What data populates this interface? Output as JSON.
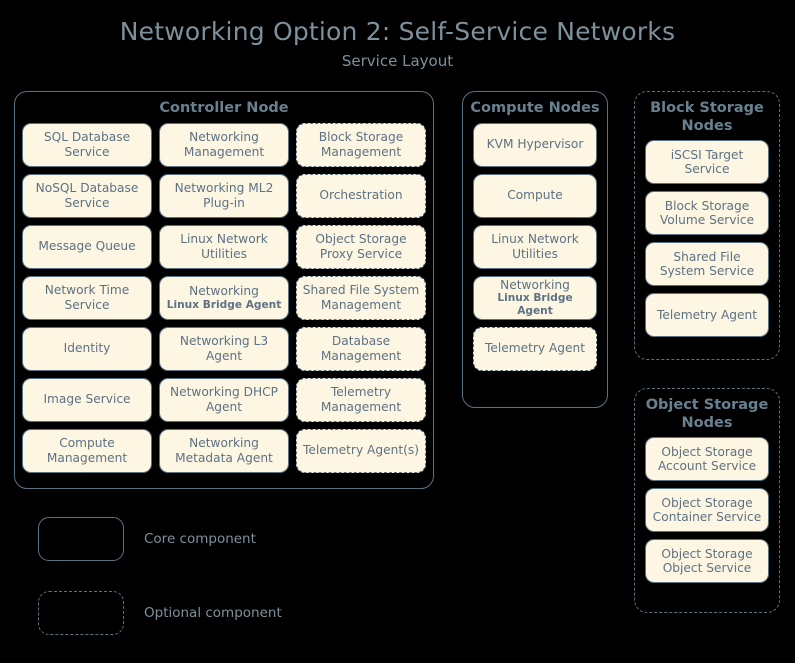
{
  "header": {
    "title": "Networking Option 2: Self-Service Networks",
    "subtitle": "Service Layout"
  },
  "colors": {
    "background": "#000000",
    "box_fill": "#fdf6e3",
    "box_border": "#5a7382",
    "box_text": "#5d7283",
    "title_text": "#7d919c",
    "group_title_text": "#68808f"
  },
  "groups": {
    "controller": {
      "title": "Controller Node",
      "style": "core",
      "columns": [
        {
          "items": [
            {
              "label": "SQL Database Service",
              "style": "core"
            },
            {
              "label": "NoSQL Database Service",
              "style": "core"
            },
            {
              "label": "Message Queue",
              "style": "core"
            },
            {
              "label": "Network Time Service",
              "style": "core"
            },
            {
              "label": "Identity",
              "style": "core"
            },
            {
              "label": "Image Service",
              "style": "core"
            },
            {
              "label": "Compute Management",
              "style": "core"
            }
          ]
        },
        {
          "items": [
            {
              "label": "Networking Management",
              "style": "core"
            },
            {
              "label": "Networking ML2 Plug-in",
              "style": "core"
            },
            {
              "label": "Linux Network Utilities",
              "style": "core"
            },
            {
              "label": "Networking",
              "sub": "Linux Bridge Agent",
              "style": "core"
            },
            {
              "label": "Networking L3 Agent",
              "style": "core"
            },
            {
              "label": "Networking DHCP Agent",
              "style": "core"
            },
            {
              "label": "Networking Metadata Agent",
              "style": "core"
            }
          ]
        },
        {
          "items": [
            {
              "label": "Block Storage Management",
              "style": "optional"
            },
            {
              "label": "Orchestration",
              "style": "optional"
            },
            {
              "label": "Object Storage Proxy Service",
              "style": "optional"
            },
            {
              "label": "Shared File System Management",
              "style": "optional"
            },
            {
              "label": "Database Management",
              "style": "optional"
            },
            {
              "label": "Telemetry Management",
              "style": "optional"
            },
            {
              "label": "Telemetry Agent(s)",
              "style": "optional"
            }
          ]
        }
      ]
    },
    "compute": {
      "title": "Compute Nodes",
      "style": "core",
      "items": [
        {
          "label": "KVM Hypervisor",
          "style": "core"
        },
        {
          "label": "Compute",
          "style": "core"
        },
        {
          "label": "Linux Network Utilities",
          "style": "core"
        },
        {
          "label": "Networking",
          "sub": "Linux Bridge Agent",
          "style": "core"
        },
        {
          "label": "Telemetry Agent",
          "style": "optional"
        }
      ]
    },
    "block_storage": {
      "title": "Block Storage Nodes",
      "style": "optional",
      "items": [
        {
          "label": "iSCSI Target Service",
          "style": "core"
        },
        {
          "label": "Block Storage Volume Service",
          "style": "core"
        },
        {
          "label": "Shared File System Service",
          "style": "core"
        },
        {
          "label": "Telemetry Agent",
          "style": "core"
        }
      ]
    },
    "object_storage": {
      "title": "Object Storage Nodes",
      "style": "optional",
      "items": [
        {
          "label": "Object Storage Account Service",
          "style": "core"
        },
        {
          "label": "Object Storage Container Service",
          "style": "core"
        },
        {
          "label": "Object Storage Object Service",
          "style": "core"
        }
      ]
    }
  },
  "legend": {
    "core_label": "Core component",
    "optional_label": "Optional component"
  }
}
